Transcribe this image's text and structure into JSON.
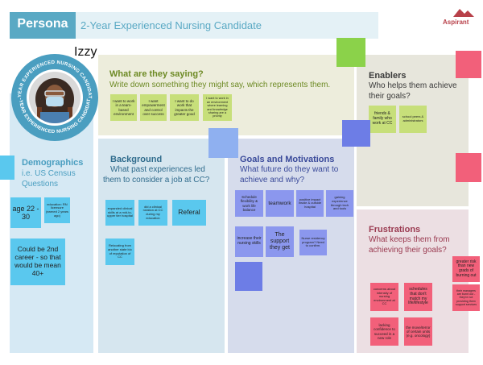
{
  "header": {
    "persona_label": "Persona",
    "title": "2-Year Experienced Nursing Candidate",
    "logo_text": "Aspirant"
  },
  "persona": {
    "name": "Izzy",
    "badge_text_top": "2-YEAR EXPERIENCED NURSING CANDIDATE",
    "badge_text_bottom": "2-YEAR EXPERIENCED NURSING CANDIDATE"
  },
  "saying": {
    "title": "What are they saying?",
    "subtitle": "Write down something they might say, which represents them.",
    "notes": [
      "I want to work in a team-based environment",
      "I want empowerment and control over success",
      "I want to do work that impacts the greater good",
      "I want to work in an environment where learning and knowledge sharing are a priority"
    ]
  },
  "enablers": {
    "title": "Enablers",
    "subtitle": "Who helps them achieve their goals?",
    "notes": [
      "friends & family who work at CC",
      "school peers & administrators"
    ]
  },
  "demographics": {
    "title": "Demographics",
    "subtitle": "i.e. US Census Questions",
    "notes": [
      "age 22 - 30",
      "education: RN licensure (earned 2 years ago)",
      "Could be 2nd career - so that would be mean 40+"
    ]
  },
  "background": {
    "title": "Background",
    "subtitle": "What past experiences led them to consider a job at CC?",
    "notes": [
      "expanded clinical skills at a mid-to-upper tier hospital",
      "did a clinical rotation at CC during my education",
      "Referal",
      "Relocating from another state b/c of reputation of CC"
    ]
  },
  "goals": {
    "title": "Goals and Motivations",
    "subtitle": "What future do they want to achieve and why?",
    "notes": [
      "Schedule flexibility & work life balance",
      "teamwork",
      "positive impact inside & outside hospital",
      "gaining experience through tech and tools",
      "increase their nursing skills",
      "The support they get",
      "Nurse residency program? Need to confirm."
    ]
  },
  "frustrations": {
    "title": "Frustrations",
    "subtitle": "What keeps them from achieving their goals?",
    "notes": [
      "greater risk than new grads of burning out",
      "their managers are burnt out - they're not providing them support services",
      "concerns about intensity of nursing environment at CC",
      "schedules that don't match my life/lifestyle",
      "lacking confidence to succeed in a new role",
      "the move/terror of certain units (e.g. oncology)"
    ]
  },
  "colors": {
    "header_teal": "#5aa9c4",
    "note_yellow_green": "#c7df7a",
    "note_cyan": "#5ac8ee",
    "note_blue": "#8b97ee",
    "note_pink": "#f2607a"
  }
}
